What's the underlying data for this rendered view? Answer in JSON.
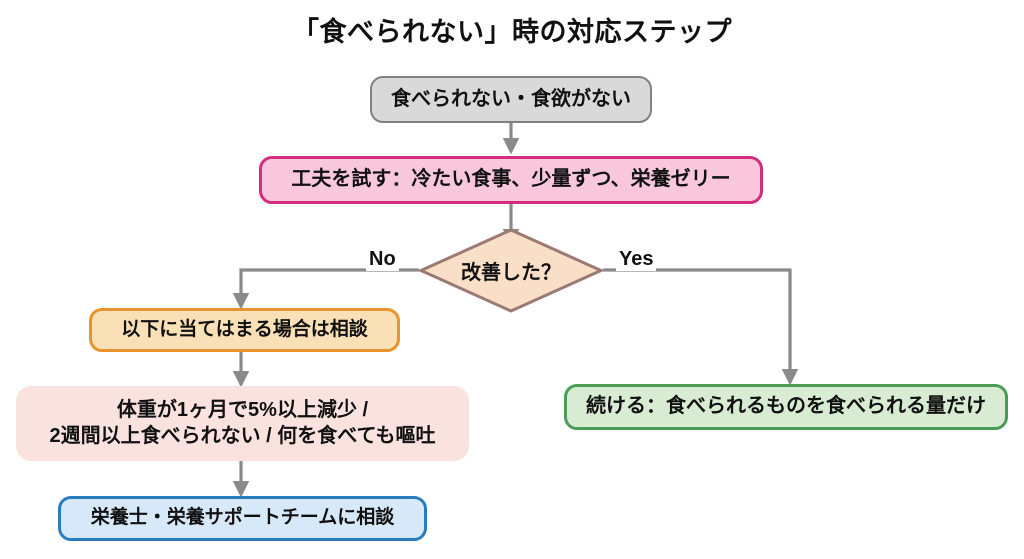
{
  "title": "「食べられない」時の対応ステップ",
  "flowchart": {
    "type": "flowchart",
    "orientation": "top-down",
    "nodes": [
      {
        "id": "start",
        "label": "食べられない・食欲がない",
        "shape": "rounded-rectangle",
        "fill": "#d9d9d9",
        "stroke": "#808080"
      },
      {
        "id": "try",
        "label": "工夫を試す：冷たい食事、少量ずつ、栄養ゼリー",
        "shape": "rounded-rectangle",
        "fill": "#f9c7dc",
        "stroke": "#d32d7d"
      },
      {
        "id": "decision",
        "label": "改善した？",
        "shape": "diamond",
        "fill": "#fadfc8",
        "stroke": "#9c7a74"
      },
      {
        "id": "consult_if",
        "label": "以下に当てはまる場合は相談",
        "shape": "rounded-rectangle",
        "fill": "#fae0b6",
        "stroke": "#e8932b"
      },
      {
        "id": "red_flags",
        "label": "体重が1ヶ月で5%以上減少 /\n2週間以上食べられない / 何を食べても嘔吐",
        "shape": "rounded-rectangle",
        "fill": "#fae3de",
        "stroke": "#d21f1f"
      },
      {
        "id": "nst",
        "label": "栄養士・栄養サポートチームに相談",
        "shape": "rounded-rectangle",
        "fill": "#d7e9f8",
        "stroke": "#2a7cc0"
      },
      {
        "id": "continue",
        "label": "続ける：食べられるものを食べられる量だけ",
        "shape": "rounded-rectangle",
        "fill": "#d7ecd3",
        "stroke": "#4a9c56"
      }
    ],
    "edges": [
      {
        "from": "start",
        "to": "try",
        "label": ""
      },
      {
        "from": "try",
        "to": "decision",
        "label": ""
      },
      {
        "from": "decision",
        "to": "consult_if",
        "label": "No"
      },
      {
        "from": "decision",
        "to": "continue",
        "label": "Yes"
      },
      {
        "from": "consult_if",
        "to": "red_flags",
        "label": ""
      },
      {
        "from": "red_flags",
        "to": "nst",
        "label": ""
      }
    ],
    "edge_labels": {
      "no": "No",
      "yes": "Yes"
    },
    "connector_color": "#808080"
  }
}
